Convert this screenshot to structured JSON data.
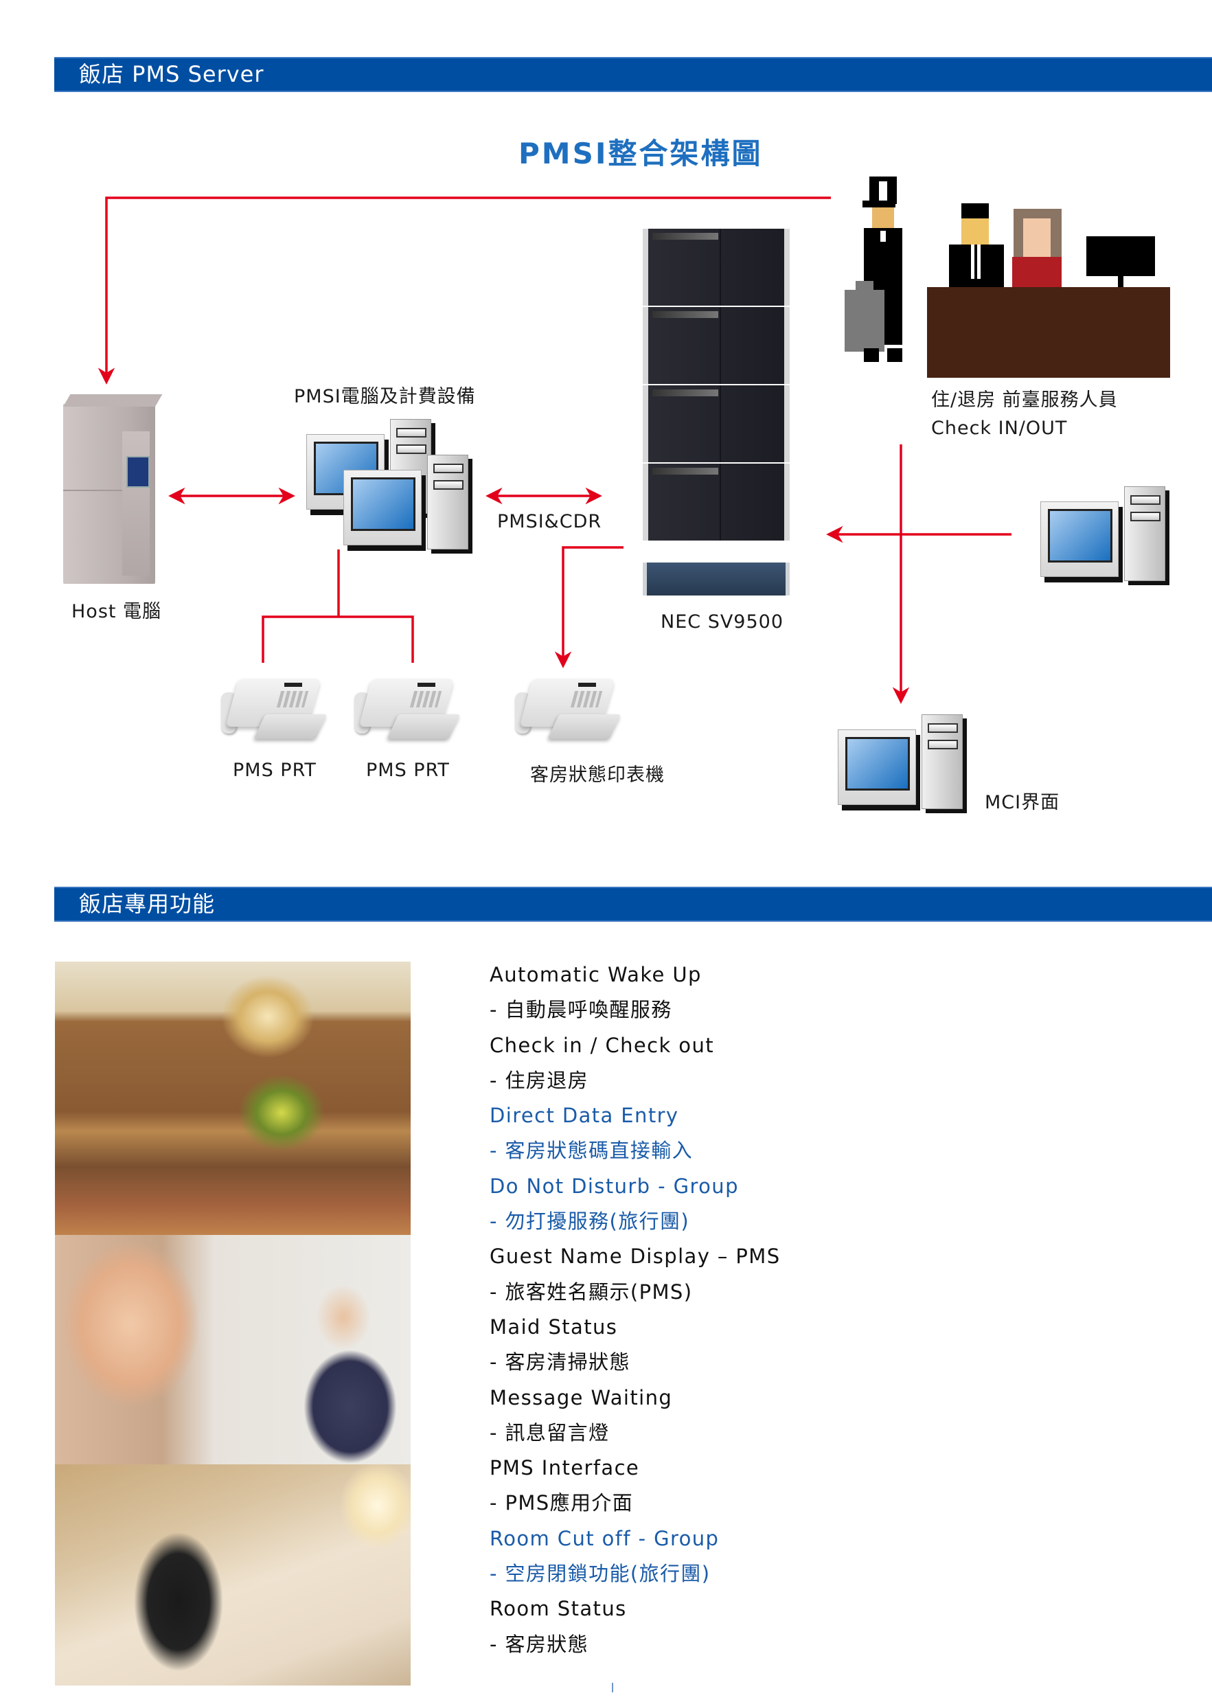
{
  "sections": {
    "pms_server_header": "飯店 PMS Server",
    "hotel_features_header": "飯店專用功能"
  },
  "diagram": {
    "title": "PMSI整合架構圖",
    "line_color": "#e3001b",
    "nodes": {
      "host": "Host 電腦",
      "pmsi_pc": "PMSI電腦及計費設備",
      "link_label": "PMSI&CDR",
      "nec": "NEC SV9500",
      "front_desk_line1": "住/退房 前臺服務人員",
      "front_desk_line2": "Check IN/OUT",
      "printer1": "PMS PRT",
      "printer2": "PMS PRT",
      "room_status_printer": "客房狀態印表機",
      "mci": "MCI界面"
    }
  },
  "features": [
    {
      "title": "Automatic Wake Up",
      "desc": "- 自動晨呼喚醒服務",
      "highlight": false
    },
    {
      "title": "Check in / Check out",
      "desc": "- 住房退房",
      "highlight": false
    },
    {
      "title": "Direct Data Entry",
      "desc": "- 客房狀態碼直接輸入",
      "highlight": true
    },
    {
      "title": "Do Not Disturb - Group",
      "desc": "- 勿打擾服務(旅行團)",
      "highlight": true
    },
    {
      "title": "Guest Name Display – PMS",
      "desc": "- 旅客姓名顯示(PMS)",
      "highlight": false
    },
    {
      "title": "Maid Status",
      "desc": "- 客房清掃狀態",
      "highlight": false
    },
    {
      "title": "Message Waiting",
      "desc": "- 訊息留言燈",
      "highlight": false
    },
    {
      "title": "PMS Interface",
      "desc": "- PMS應用介面",
      "highlight": false
    },
    {
      "title": "Room Cut off - Group",
      "desc": "- 空房閉鎖功能(旅行團)",
      "highlight": true
    },
    {
      "title": "Room Status",
      "desc": "- 客房狀態",
      "highlight": false
    }
  ],
  "colors": {
    "header_bar": "#004ea2",
    "title_blue": "#1e6fbf",
    "highlight_text": "#1a5ba8",
    "arrow_red": "#e3001b"
  }
}
